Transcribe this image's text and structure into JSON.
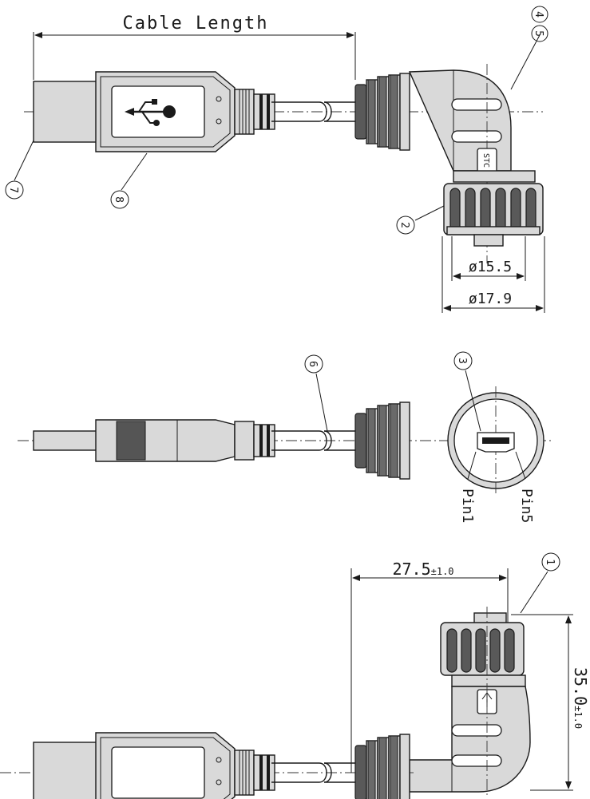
{
  "dimensions": {
    "cable_length": "Cable Length",
    "diameter_inner": "ø15.5",
    "diameter_outer": "ø17.9",
    "offset": "27.5",
    "offset_tol": "±1.0",
    "height": "35.0",
    "height_tol": "±1.0"
  },
  "callouts": {
    "c1": "1",
    "c2": "2",
    "c3": "3",
    "c4": "4",
    "c5": "5",
    "c6": "6",
    "c7": "7",
    "c8": "8"
  },
  "pins": {
    "pin1": "Pin1",
    "pin5": "Pin5"
  },
  "marking": "STC"
}
